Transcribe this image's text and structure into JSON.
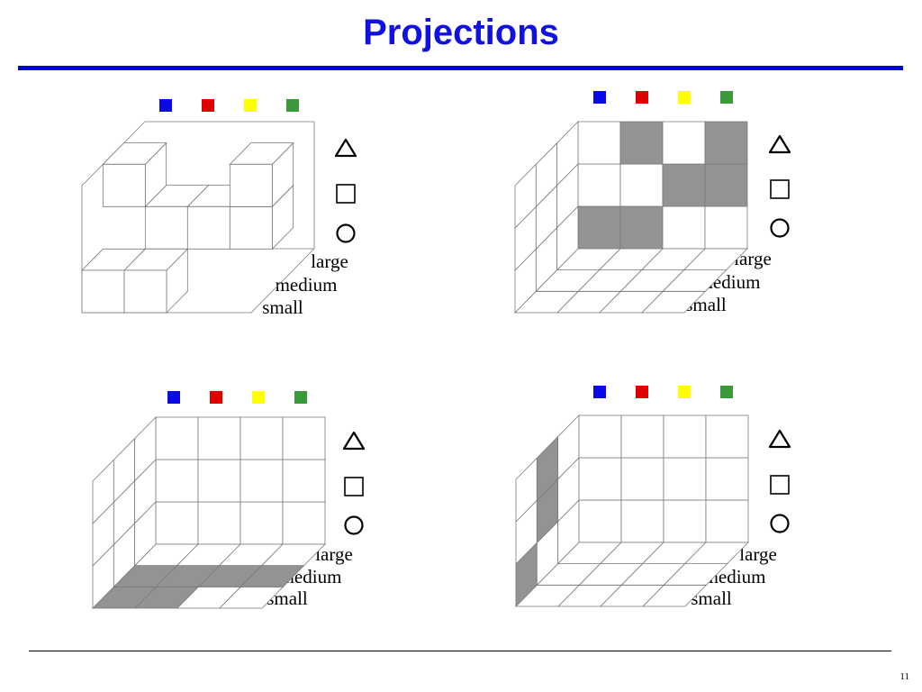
{
  "title": "Projections",
  "page_number": "11",
  "colors": {
    "title": "#1010e0",
    "rule": "#0000e0",
    "blue": "#0a0ae6",
    "red": "#e00000",
    "yellow": "#ffff00",
    "green": "#3a9a3a",
    "shade": "#939393",
    "grid": "#7a7a7a"
  },
  "legend": {
    "colors": [
      "blue",
      "red",
      "yellow",
      "green"
    ],
    "shapes": [
      "triangle",
      "square",
      "circle"
    ],
    "sizes": [
      "large",
      "medium",
      "small"
    ]
  },
  "panels": [
    {
      "id": "cube-3d",
      "kind": "cube",
      "blocks": [
        {
          "size": "small",
          "color": "blue",
          "shape": "circle"
        },
        {
          "size": "small",
          "color": "red",
          "shape": "circle"
        },
        {
          "size": "medium",
          "color": "blue",
          "shape": "triangle"
        },
        {
          "size": "medium",
          "color": "red",
          "shape": "square"
        },
        {
          "size": "medium",
          "color": "yellow",
          "shape": "square"
        },
        {
          "size": "medium",
          "color": "green",
          "shape": "triangle"
        },
        {
          "size": "medium",
          "color": "green",
          "shape": "square"
        }
      ]
    },
    {
      "id": "projection-color-shape",
      "kind": "back-wall",
      "shaded": [
        {
          "color": "red",
          "shape": "triangle"
        },
        {
          "color": "green",
          "shape": "triangle"
        },
        {
          "color": "yellow",
          "shape": "square"
        },
        {
          "color": "green",
          "shape": "square"
        },
        {
          "color": "blue",
          "shape": "circle"
        },
        {
          "color": "red",
          "shape": "circle"
        }
      ]
    },
    {
      "id": "projection-color-size",
      "kind": "floor",
      "shaded": [
        {
          "color": "blue",
          "size": "small"
        },
        {
          "color": "red",
          "size": "small"
        },
        {
          "color": "blue",
          "size": "medium"
        },
        {
          "color": "red",
          "size": "medium"
        },
        {
          "color": "yellow",
          "size": "medium"
        },
        {
          "color": "green",
          "size": "medium"
        }
      ]
    },
    {
      "id": "projection-shape-size",
      "kind": "side-wall",
      "shaded": [
        {
          "shape": "triangle",
          "size": "medium"
        },
        {
          "shape": "square",
          "size": "medium"
        },
        {
          "shape": "circle",
          "size": "small"
        }
      ]
    }
  ]
}
